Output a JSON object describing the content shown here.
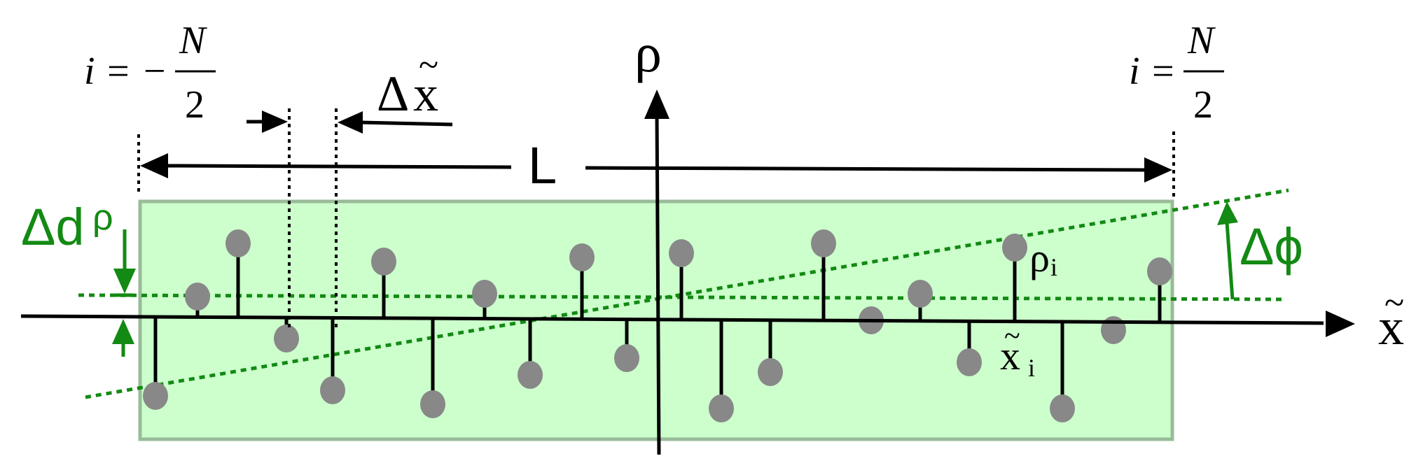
{
  "labels": {
    "rho_axis": "ρ",
    "x_axis": "x",
    "x_tilde": "~",
    "length": "L",
    "delta_x_delta": "Δ",
    "delta_x_letter": "x",
    "delta_x_tilde": "~",
    "delta_d_base": "Δd",
    "delta_d_sup": "ρ",
    "delta_phi": "Δϕ",
    "rho_i_base": "ρ",
    "rho_i_sub": "i",
    "x_i_base": "x",
    "x_i_tilde": "~",
    "x_i_sub": "i",
    "i_left_lhs": "i = −",
    "i_left_num": "N",
    "i_left_den": "2",
    "i_right_lhs": "i =",
    "i_right_num": "N",
    "i_right_den": "2"
  },
  "colors": {
    "box_fill": "#ccffcc",
    "box_border": "#99bb99",
    "green": "#138a13",
    "axis": "#000000",
    "dot": "#888888"
  }
}
